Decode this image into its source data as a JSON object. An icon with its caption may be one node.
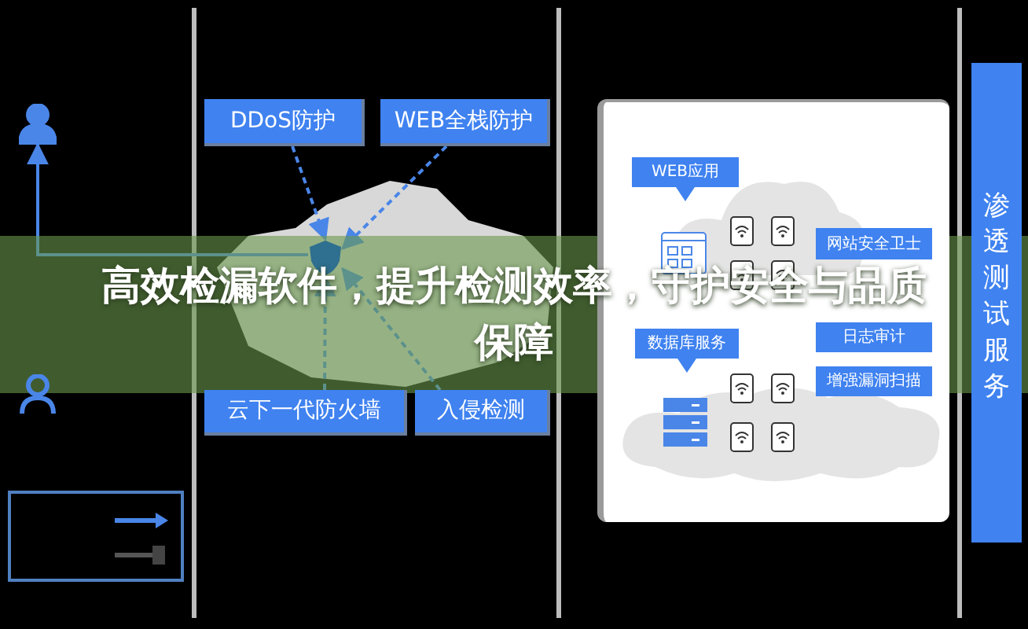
{
  "diagram": {
    "title": "高效检漏软件，提升检测效率，守护安全与品质保障",
    "nodes": [
      {
        "text": [],
        "shape": "person"
      },
      {
        "text": [],
        "shape": "person"
      },
      {
        "text": [
          "DDoS防护"
        ]
      },
      {
        "text": [
          "WEB全栈防护"
        ]
      },
      {
        "text": [],
        "shape": "picture"
      },
      {
        "text": [
          "云下一代防火墙"
        ]
      },
      {
        "text": [
          "入侵检测"
        ]
      },
      {
        "text": [],
        "shape": "box"
      },
      {
        "text": [
          "WEB应用"
        ],
        "in": 7
      },
      {
        "text": [
          "网站安全卫士"
        ],
        "in": 7
      },
      {
        "text": [
          "日志审计"
        ],
        "in": 7
      },
      {
        "text": [
          "数据库服务"
        ],
        "in": 7
      },
      {
        "text": [
          "增强漏洞扫描"
        ],
        "in": 7
      },
      {
        "text": [
          "渗透测试服务"
        ]
      }
    ],
    "edges": [
      {
        "from": 2,
        "to": 4,
        "arrow": "to",
        "style": "dashed"
      },
      {
        "from": 3,
        "to": 4,
        "arrow": "to",
        "style": "dashed"
      },
      {
        "from": 5,
        "to": 4,
        "arrow": "to",
        "style": "dashed"
      },
      {
        "from": 6,
        "to": 4,
        "arrow": "to",
        "style": "dashed"
      },
      {
        "from": 4,
        "to": 0,
        "arrow": "to"
      }
    ]
  }
}
